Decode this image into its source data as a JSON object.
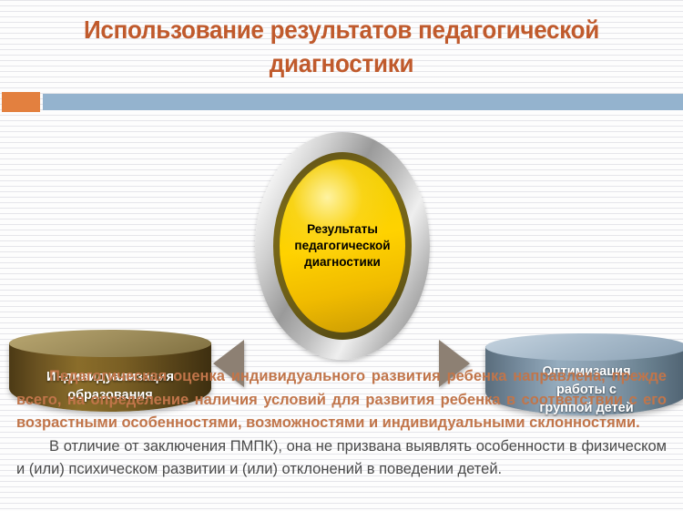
{
  "slide": {
    "title_lines": [
      "Использование результатов педагогической",
      "диагностики"
    ],
    "title_color": "#c05a2c",
    "accent_orange": "#e3803f",
    "accent_blue": "#94b3ce"
  },
  "diagram": {
    "center": {
      "lines": [
        "Результаты",
        "педагогической",
        "диагностики"
      ],
      "text_color": "#000000",
      "fill_color": "#ffd200",
      "ring_color": "#c9c9c9"
    },
    "arrows": {
      "left_direction": "left",
      "right_direction": "right",
      "color": "#8d8073"
    },
    "nodes": [
      {
        "id": "left",
        "lines": [
          "Индивидуализация",
          "образования"
        ],
        "color": "#6a5221",
        "text_color": "#ffffff"
      },
      {
        "id": "right",
        "lines": [
          "Оптимизация",
          "работы с",
          "группой детей"
        ],
        "color": "#74899b",
        "text_color": "#ffffff"
      }
    ]
  },
  "body": {
    "paragraph_1": "Педагогическая оценка индивидуального развития ребенка направлена, прежде всего, на определение наличия условий для развития ребенка в соответствии с его возрастными особенностями, возможностями и индивидуальными склонностями.",
    "paragraph_1_color": "#c1754a",
    "paragraph_2": "В отличие от заключения ПМПК), она не призвана выявлять особенности в физическом и (или) психическом развитии и (или) отклонений в поведении детей.",
    "paragraph_2_color": "#4a4a4a"
  }
}
